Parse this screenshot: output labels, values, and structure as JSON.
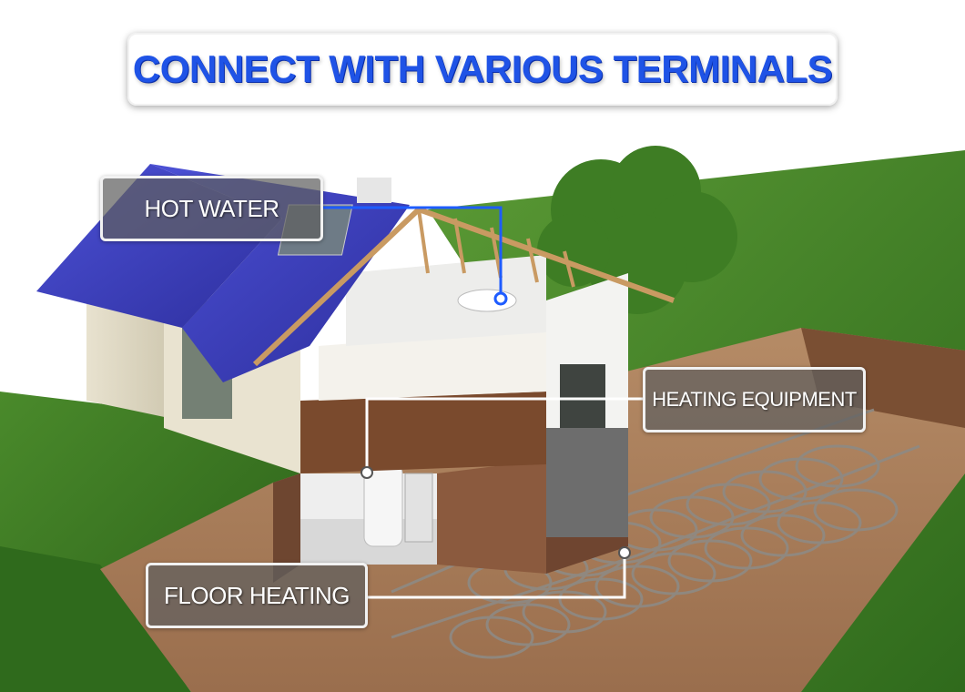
{
  "title": "CONNECT WITH VARIOUS TERMINALS",
  "labels": {
    "hot_water": "HOT WATER",
    "heating_equipment": "HEATING EQUIPMENT",
    "floor_heating": "FLOOR HEATING"
  },
  "colors": {
    "title_blue": "#1f53e6",
    "leader_blue": "#1e5cff",
    "leader_white": "#ffffff",
    "grass": "#3f7a26",
    "soil": "#a47a58",
    "roof": "#3d3fc4"
  }
}
